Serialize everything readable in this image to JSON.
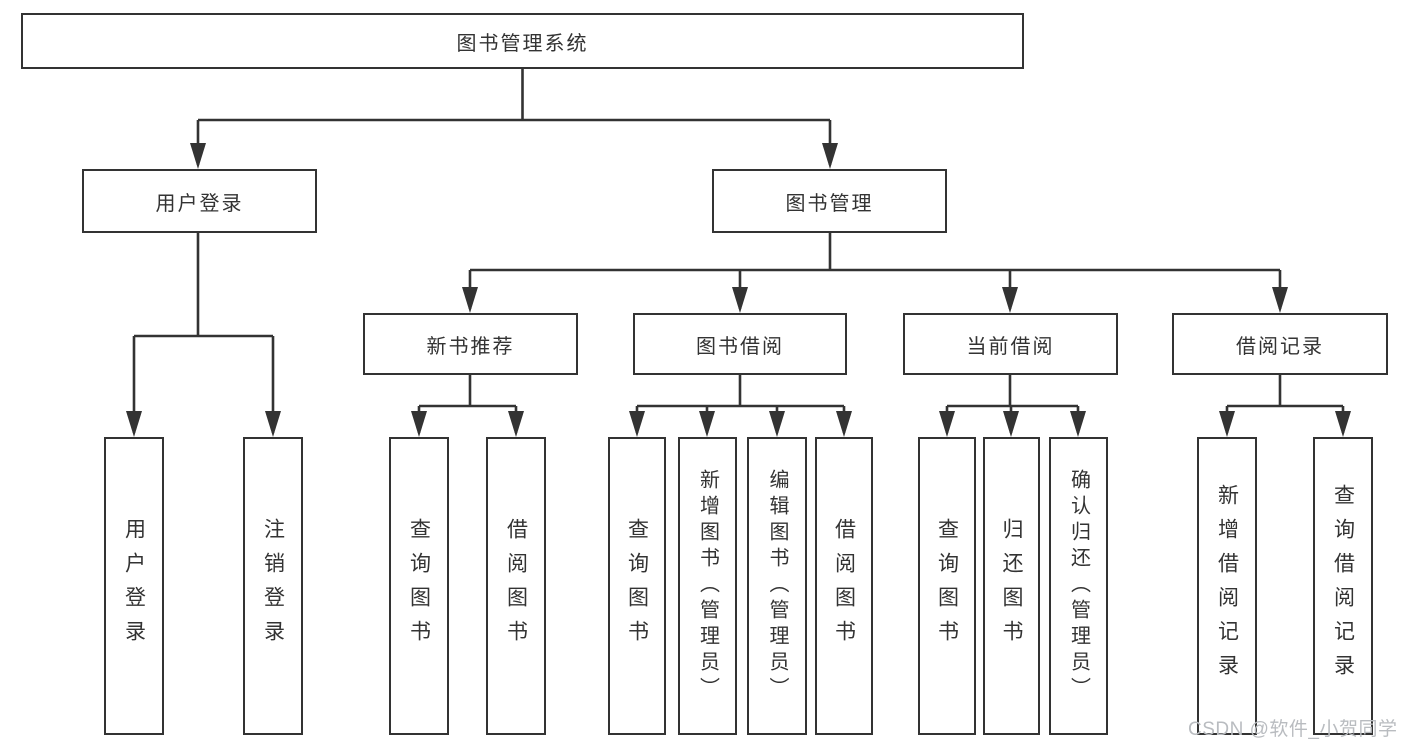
{
  "colors": {
    "background": "#ffffff",
    "line": "#333333",
    "box_border": "#333333",
    "box_background": "#ffffff",
    "text": "#333333",
    "watermark": "#b9bcc0"
  },
  "watermark": "CSDN @软件_小贺同学",
  "tree": {
    "root": "图书管理系统",
    "user_login": {
      "label": "用户登录",
      "children": {
        "login": "用户登录",
        "logout": "注销登录"
      }
    },
    "book_management": {
      "label": "图书管理",
      "children": {
        "new_book_recommend": {
          "label": "新书推荐",
          "children": {
            "query_books": "查询图书",
            "borrow_books": "借阅图书"
          }
        },
        "book_borrowing": {
          "label": "图书借阅",
          "children": {
            "query_books": "查询图书",
            "add_books_admin": "新增图书（管理员）",
            "edit_books_admin": "编辑图书（管理员）",
            "borrow_books": "借阅图书"
          }
        },
        "current_borrowing": {
          "label": "当前借阅",
          "children": {
            "query_books": "查询图书",
            "return_books": "归还图书",
            "confirm_return_admin": "确认归还（管理员）"
          }
        },
        "borrow_records": {
          "label": "借阅记录",
          "children": {
            "add_borrow_record": "新增借阅记录",
            "query_borrow_record": "查询借阅记录"
          }
        }
      }
    }
  }
}
